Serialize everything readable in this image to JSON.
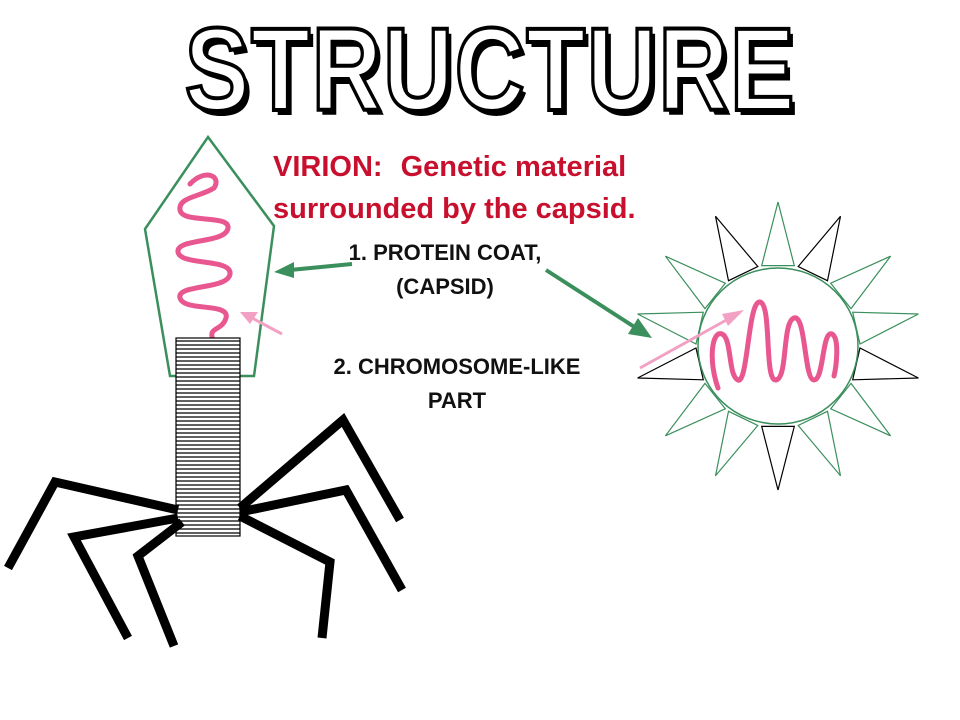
{
  "title": "STRUCTURE",
  "virion": {
    "label": "VIRION:",
    "line1": "Genetic material",
    "line2": "surrounded by the capsid."
  },
  "labels": {
    "coat_line1": "1. PROTEIN COAT,",
    "coat_line2": "(CAPSID)",
    "chromo_line1": "2. CHROMOSOME-LIKE",
    "chromo_line2": "PART"
  },
  "colors": {
    "title_outline": "#000000",
    "virion_text": "#c8102e",
    "capsid_green": "#3a8f5c",
    "genetic_pink": "#e8578f",
    "pointer_pink": "#f2a0c4"
  }
}
